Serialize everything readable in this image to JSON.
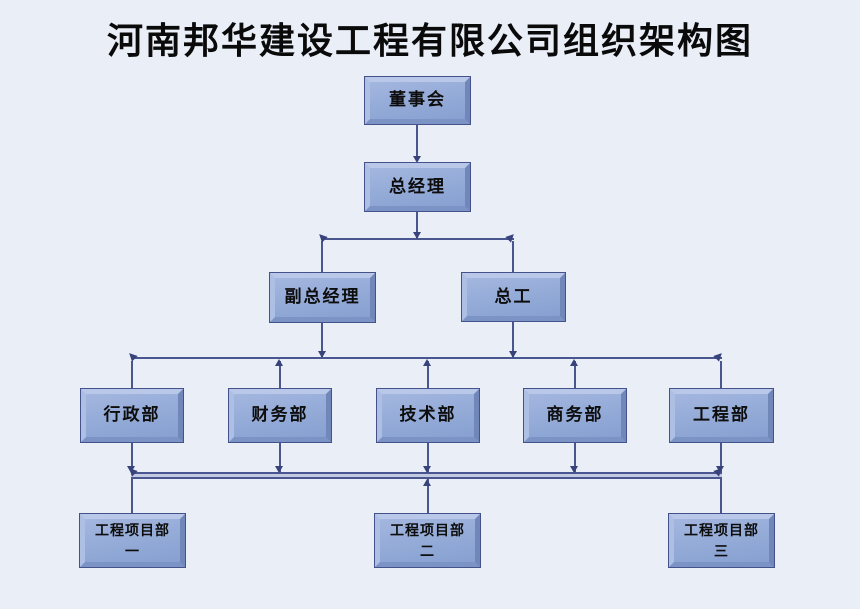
{
  "title": "河南邦华建设工程有限公司组织架构图",
  "nodes": {
    "board": {
      "label": "董事会"
    },
    "general_manager": {
      "label": "总经理"
    },
    "deputy_general_manager": {
      "label": "副总经理"
    },
    "chief_engineer": {
      "label": "总工"
    },
    "admin_dept": {
      "label": "行政部"
    },
    "finance_dept": {
      "label": "财务部"
    },
    "tech_dept": {
      "label": "技术部"
    },
    "commerce_dept": {
      "label": "商务部"
    },
    "engineering_dept": {
      "label": "工程部"
    },
    "project_dept_1": {
      "line1": "工程项目部",
      "line2": "一"
    },
    "project_dept_2": {
      "line1": "工程项目部",
      "line2": "二"
    },
    "project_dept_3": {
      "line1": "工程项目部",
      "line2": "三"
    }
  },
  "colors": {
    "background": "#eaeef7",
    "box_fill": "#93aad7",
    "box_border": "#44518a",
    "connector": "#4a5690",
    "text": "#0d0d0d"
  }
}
